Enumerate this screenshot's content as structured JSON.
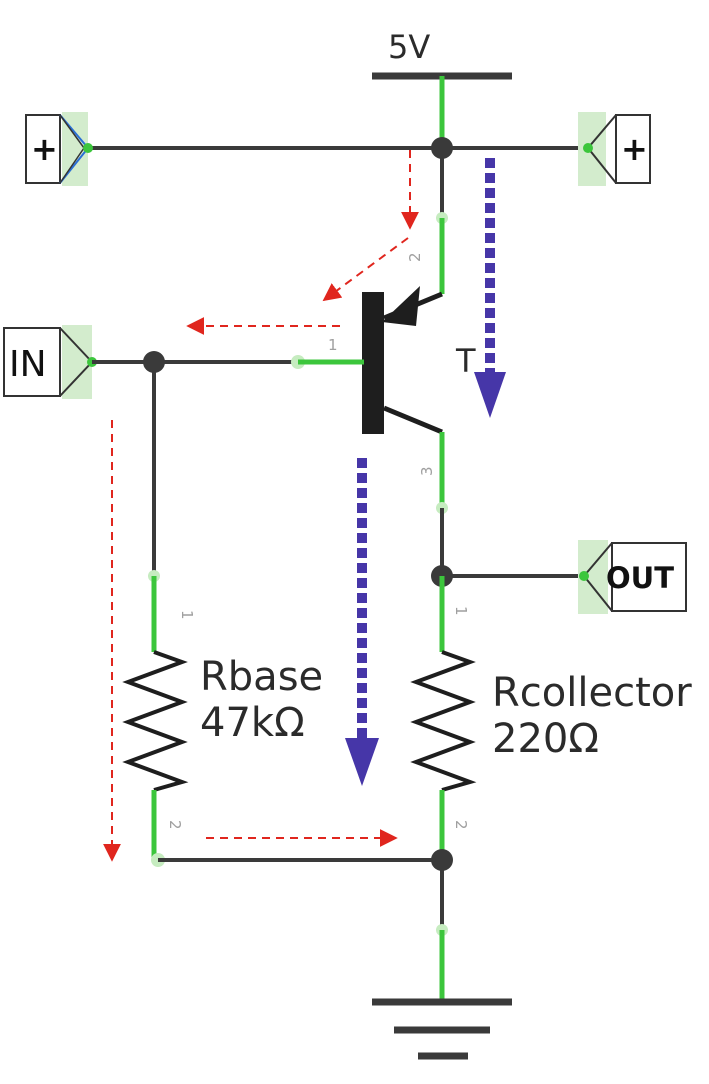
{
  "supply": {
    "label": "5V"
  },
  "ports": {
    "plus_left": "+",
    "plus_right": "+",
    "input": "IN",
    "output": "OUT"
  },
  "transistor": {
    "designator": "T",
    "pins": {
      "base": "1",
      "emitter": "2",
      "collector": "3"
    }
  },
  "r_base": {
    "name": "Rbase",
    "value": "47kΩ",
    "pins": {
      "top": "1",
      "bottom": "2"
    }
  },
  "r_collector": {
    "name": "Rcollector",
    "value": "220Ω",
    "pins": {
      "top": "1",
      "bottom": "2"
    }
  },
  "colors": {
    "wire": "#3a3a3a",
    "pin_lead": "#3cc63c",
    "pin_halo": "#c6ecc0",
    "small_current_arrow": "#e0261e",
    "main_current_arrow": "#4636a8",
    "port_highlight": "#d3eccd"
  }
}
